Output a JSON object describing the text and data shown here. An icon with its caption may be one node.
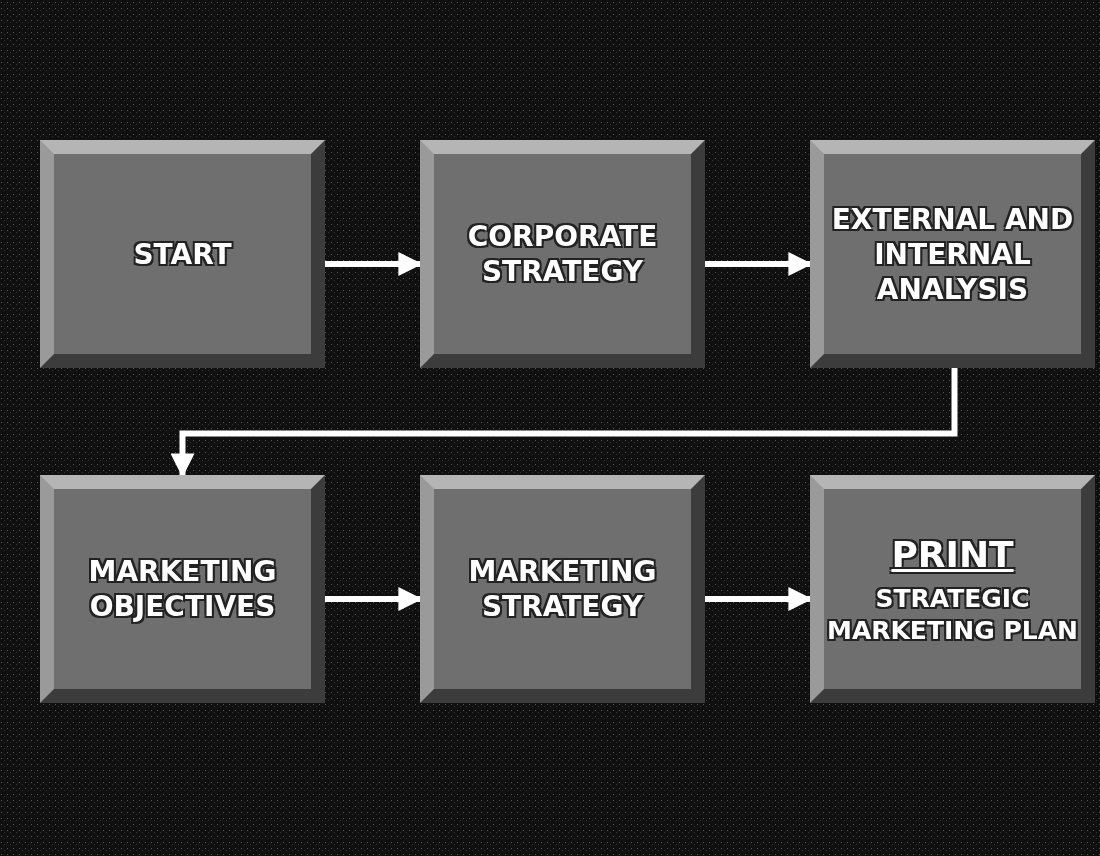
{
  "diagram": {
    "nodes": [
      {
        "text": [
          "START"
        ]
      },
      {
        "text": [
          "CORPORATE STRATEGY"
        ]
      },
      {
        "text": [
          "EXTERNAL AND INTERNAL ANALYSIS"
        ]
      },
      {
        "text": [
          "MARKETING OBJECTIVES"
        ]
      },
      {
        "text": [
          "MARKETING STRATEGY"
        ]
      },
      {
        "text": [
          "PRINT",
          "STRATEGIC MARKETING PLAN"
        ]
      }
    ],
    "edges": [
      {
        "from": 0,
        "to": 1,
        "arrow": "to"
      },
      {
        "from": 1,
        "to": 2,
        "arrow": "to"
      },
      {
        "from": 2,
        "to": 3,
        "arrow": "to"
      },
      {
        "from": 3,
        "to": 4,
        "arrow": "to"
      },
      {
        "from": 4,
        "to": 5,
        "arrow": "to"
      }
    ]
  }
}
